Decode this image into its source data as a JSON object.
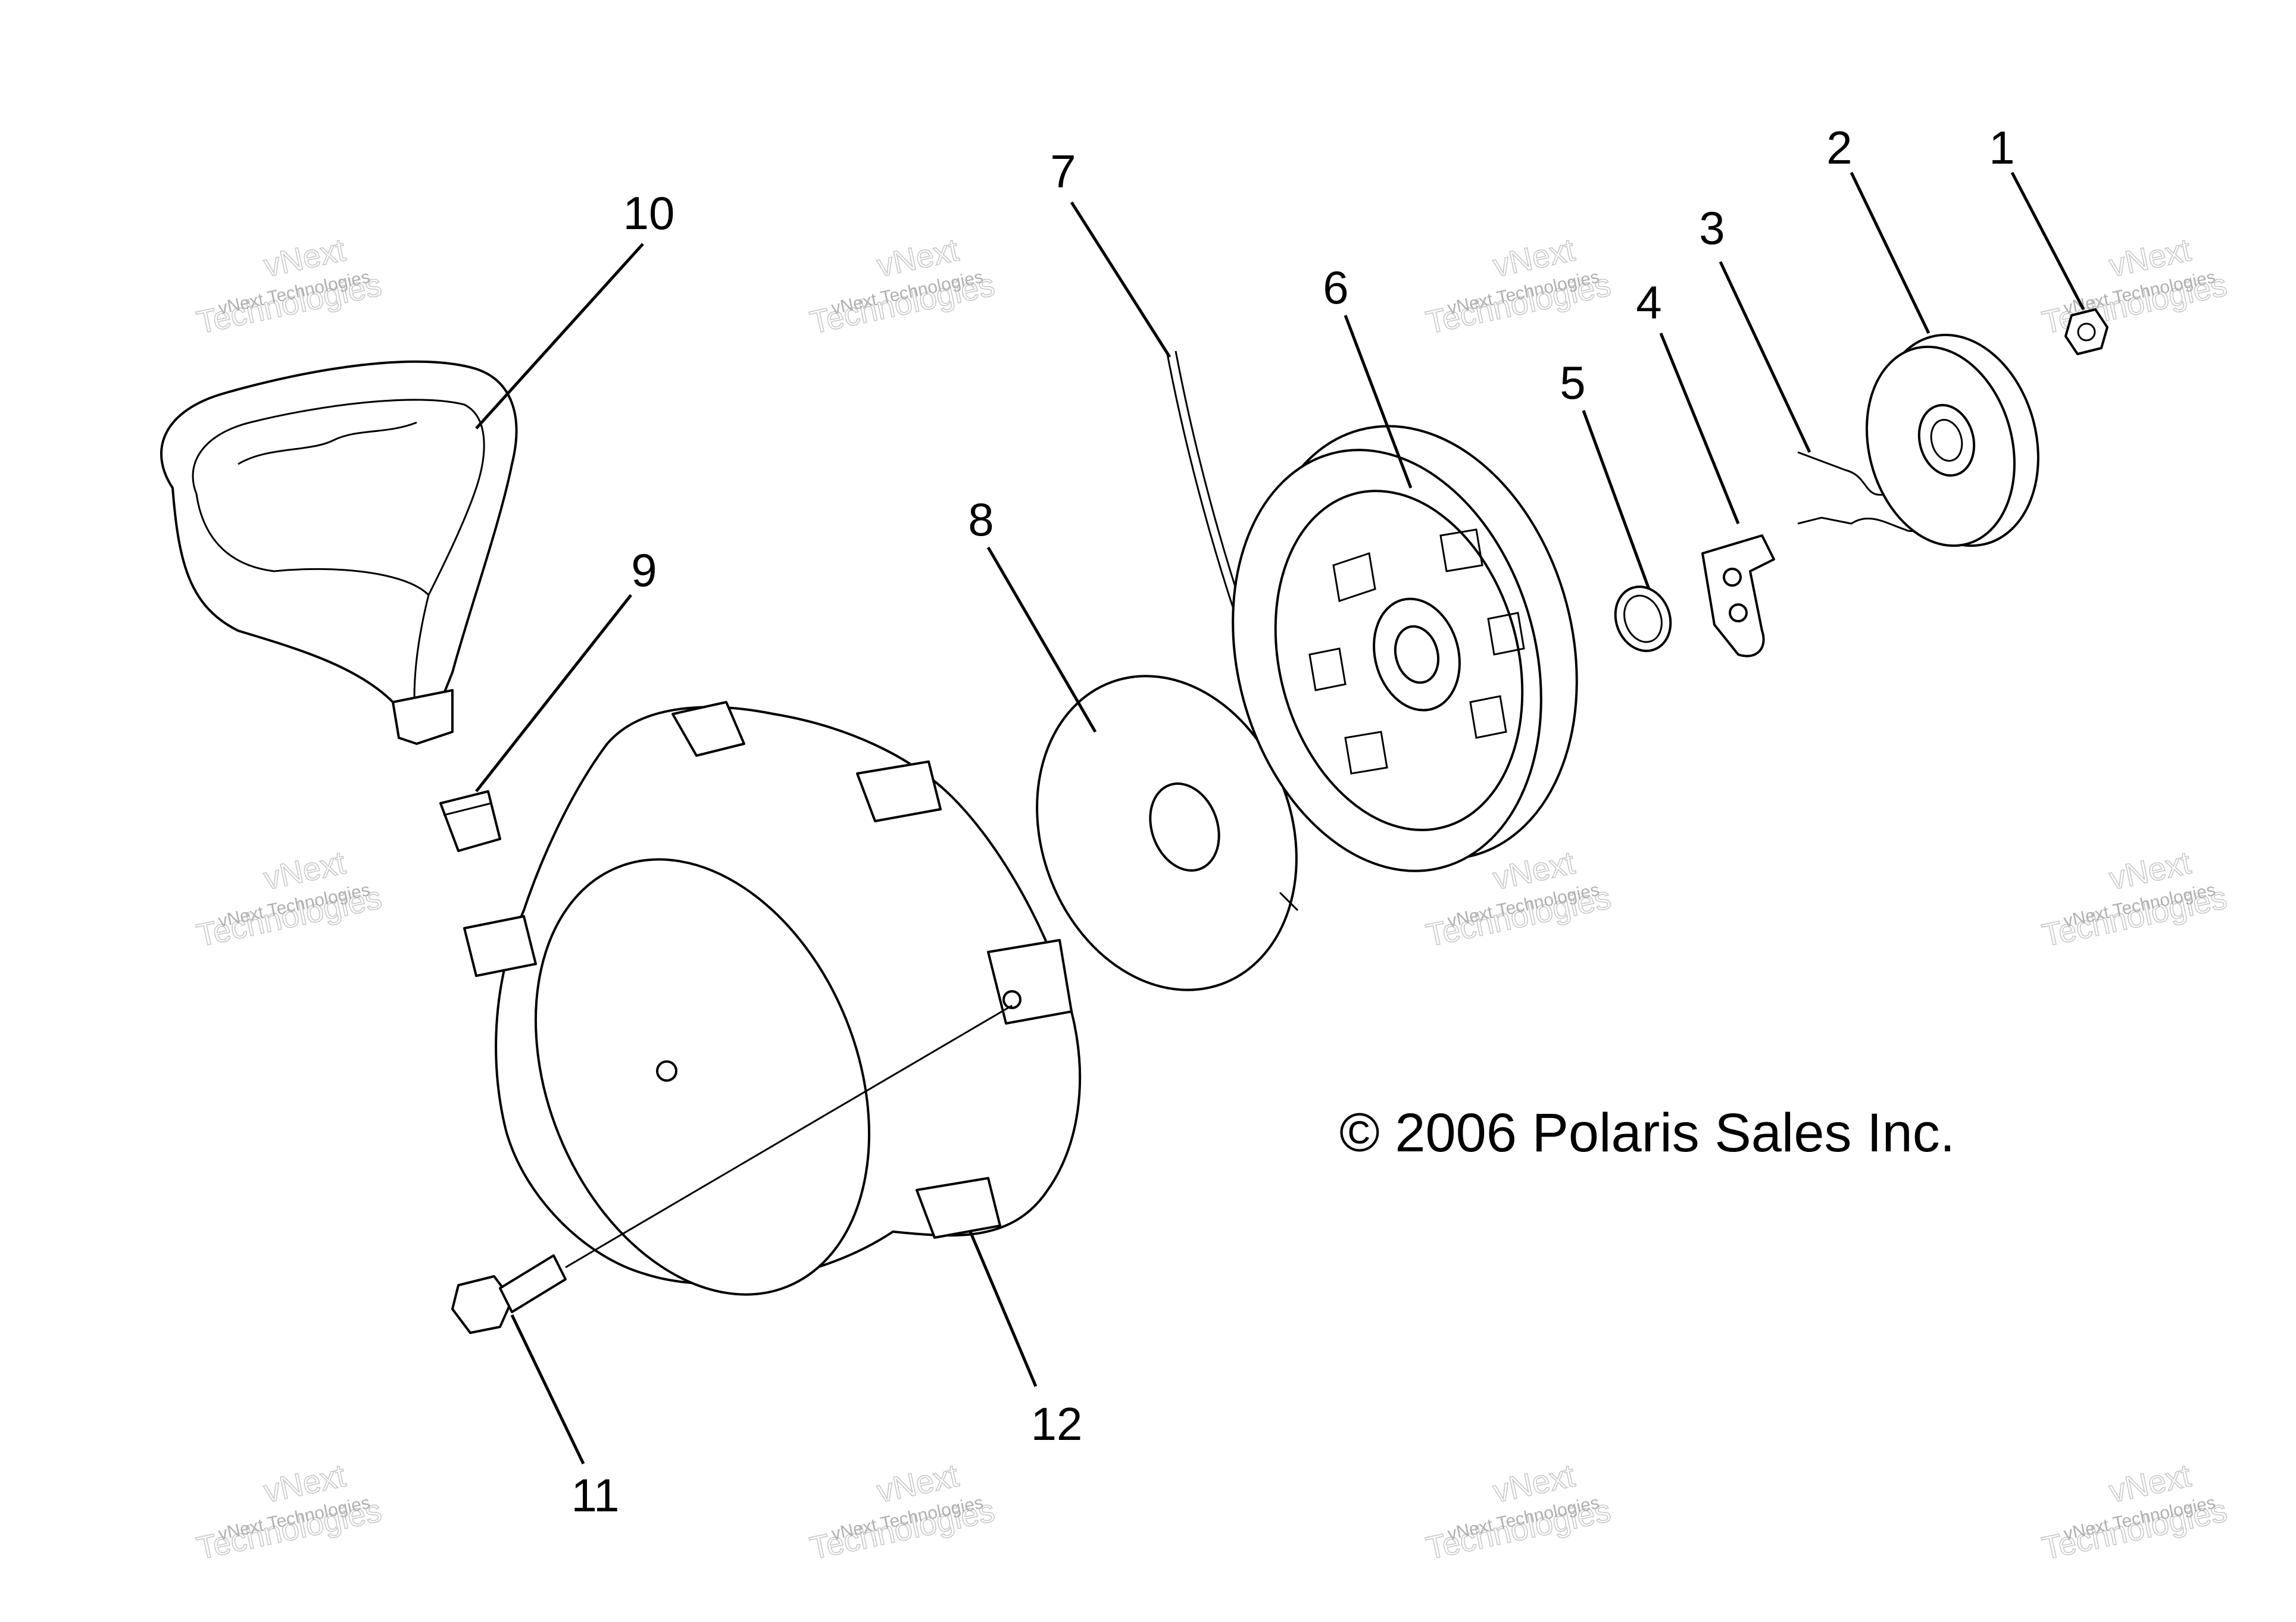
{
  "callouts": [
    {
      "id": "1",
      "label": "1"
    },
    {
      "id": "2",
      "label": "2"
    },
    {
      "id": "3",
      "label": "3"
    },
    {
      "id": "4",
      "label": "4"
    },
    {
      "id": "5",
      "label": "5"
    },
    {
      "id": "6",
      "label": "6"
    },
    {
      "id": "7",
      "label": "7"
    },
    {
      "id": "8",
      "label": "8"
    },
    {
      "id": "9",
      "label": "9"
    },
    {
      "id": "10",
      "label": "10"
    },
    {
      "id": "11",
      "label": "11"
    },
    {
      "id": "12",
      "label": "12"
    }
  ],
  "copyright": "© 2006 Polaris Sales Inc.",
  "watermark": {
    "line1": "vNext Technologies",
    "line2": "vNext",
    "line3": "Technologies"
  }
}
